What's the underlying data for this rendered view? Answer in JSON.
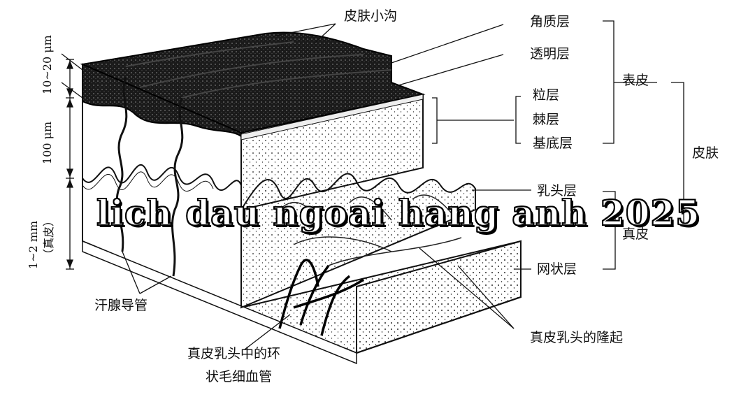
{
  "labels": {
    "skin_groove": "皮肤小沟",
    "stratum_corneum": "角质层",
    "stratum_lucidum": "透明层",
    "epidermis": "表皮",
    "stratum_granulosum": "粒层",
    "stratum_spinosum": "棘层",
    "stratum_basale": "基底层",
    "skin": "皮肤",
    "papillary_layer": "乳头层",
    "dermis": "真皮",
    "reticular_layer": "网状层",
    "sweat_duct": "汗腺导管",
    "papilla_capillary_line1": "真皮乳头中的环",
    "papilla_capillary_line2": "状毛细血管",
    "dermal_papilla_ridge": "真皮乳头的隆起"
  },
  "scale": {
    "thickness_epidermis_top": "10~20 μm",
    "thickness_epidermis_mid": "100 μm",
    "thickness_dermis": "1~2 mm",
    "thickness_dermis_note": "（真皮）"
  },
  "overlay_text": "lich dau ngoai hang anh 2025"
}
